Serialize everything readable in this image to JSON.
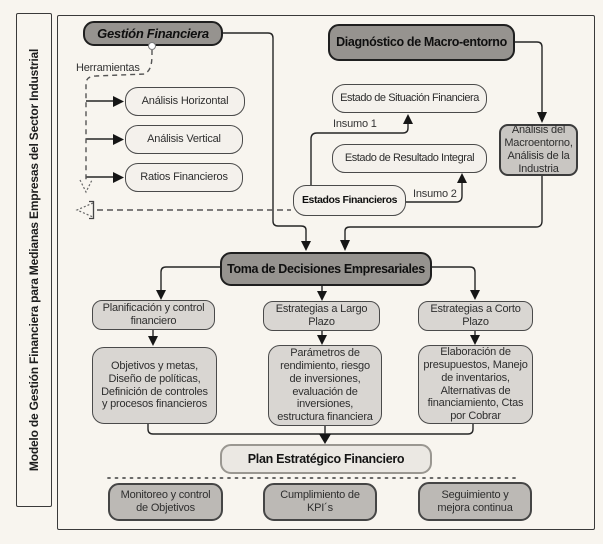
{
  "sidebar": {
    "title": "Modelo de Gestión Financiera para Medianas Empresas del Sector Industrial"
  },
  "nodes": {
    "gestion_financiera": "Gestión Financiera",
    "herramientas_label": "Herramientas",
    "tools": [
      "Análisis Horizontal",
      "Análisis Vertical",
      "Ratios Financieros"
    ],
    "diagnostico": "Diagnóstico de Macro-entorno",
    "estado_situacion": "Estado de Situación Financiera",
    "estado_resultado": "Estado de Resultado Integral",
    "estados_financieros": "Estados Financieros",
    "insumo_1": "Insumo 1",
    "insumo_2": "Insumo 2",
    "analisis_macro": "Análisis del\nMacroentorno,\nAnálisis de la\nIndustria",
    "toma_decisiones": "Toma de Decisiones Empresariales",
    "planificacion": "Planificación y control\nfinanciero",
    "estrategias_largo": "Estrategias a Largo\nPlazo",
    "estrategias_corto": "Estrategias a Corto\nPlazo",
    "objetivos": "Objetivos y metas,\nDiseño de políticas,\nDefinición de controles\ny procesos financieros",
    "parametros": "Parámetros de\nrendimiento, riesgo\nde inversiones,\nevaluación de\ninversiones,\nestructura financiera",
    "elaboracion": "Elaboración de\npresupuestos, Manejo\nde inventarios,\nAlternativas de\nfinanciamiento, Ctas\npor Cobrar",
    "plan_estrategico": "Plan Estratégico Financiero",
    "monitoreo": "Monitoreo y control\nde Objetivos",
    "cumplimiento": "Cumplimiento de\nKPI´s",
    "seguimiento": "Seguimiento y\nmejora continua"
  },
  "colors": {
    "background": "#f8f5ef",
    "dark_node_fill": "#96938f",
    "light_node_fill": "#f4f1ec",
    "medium_node_fill": "#d9d6d2",
    "macro_node_fill": "#c9c6c2",
    "bottom_node_fill": "#bcb9b5",
    "plan_node_fill": "#ebe8e3",
    "line": "#262626"
  }
}
